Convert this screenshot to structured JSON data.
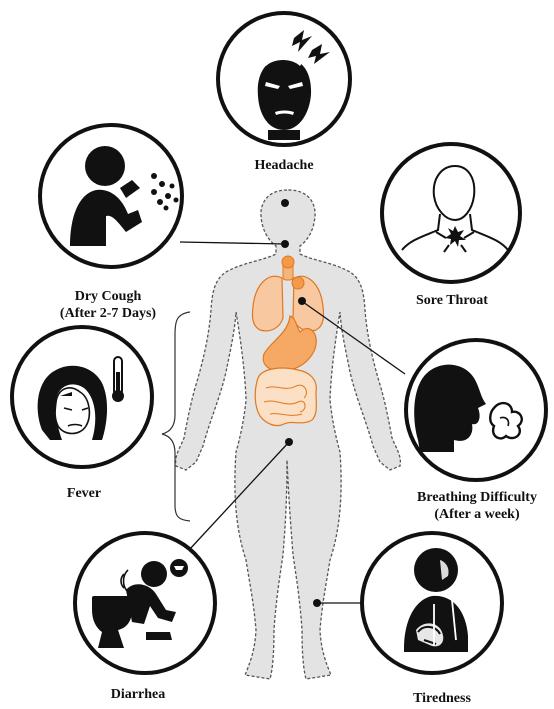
{
  "diagram": {
    "symptoms": [
      {
        "id": "headache",
        "label": "Headache",
        "icon": "headache-icon"
      },
      {
        "id": "sore-throat",
        "label": "Sore Throat",
        "icon": "sore-throat-icon"
      },
      {
        "id": "dry-cough",
        "label": "Dry Cough",
        "note": "(After 2-7 Days)",
        "icon": "coughing-person-icon"
      },
      {
        "id": "fever",
        "label": "Fever",
        "icon": "fever-thermometer-icon"
      },
      {
        "id": "breathing",
        "label": "Breathing Difficulty",
        "note": "(After a week)",
        "icon": "breathing-exhale-icon"
      },
      {
        "id": "diarrhea",
        "label": "Diarrhea",
        "icon": "toilet-vomit-icon"
      },
      {
        "id": "tiredness",
        "label": "Tiredness",
        "icon": "tired-person-icon"
      }
    ],
    "colors": {
      "body_fill": "#e3e3e3",
      "body_outline": "#555555",
      "organ_fill": "#f6b37a",
      "organ_stroke": "#e07820",
      "circle_stroke": "#111111",
      "icon_fill": "#111111"
    }
  }
}
